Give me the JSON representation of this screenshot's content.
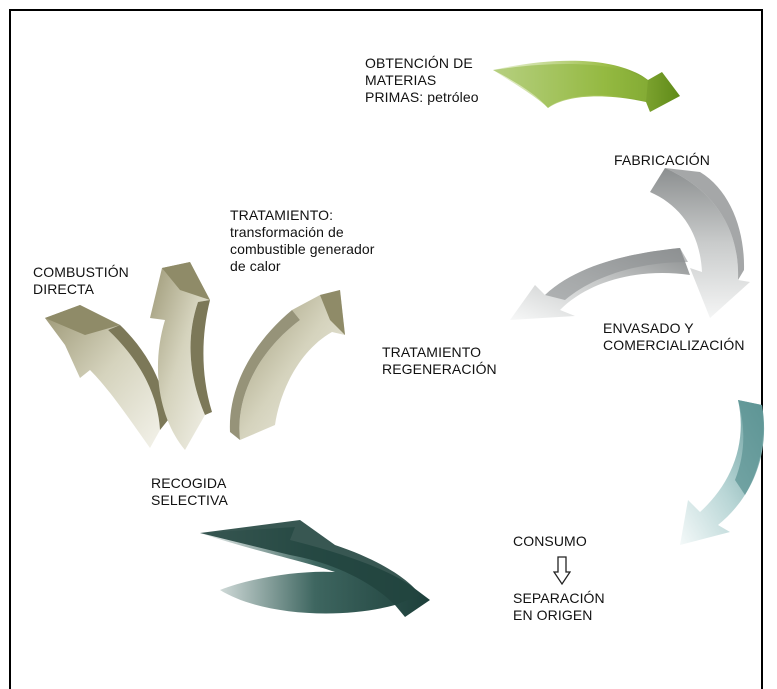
{
  "labels": {
    "obtencion": "OBTENCIÓN DE\nMATERIAS\nPRIMAS: petróleo",
    "fabricacion": "FABRICACIÓN",
    "envasado": "ENVASADO Y\nCOMERCIALIZACIÓN",
    "tratamiento_regeneracion": "TRATAMIENTO\nREGENERACIÓN",
    "tratamiento_calor": "TRATAMIENTO:\ntransformación de\ncombustible generador\nde calor",
    "combustion": "COMBUSTIÓN\nDIRECTA",
    "recogida": "RECOGIDA\nSELECTIVA",
    "consumo": "CONSUMO",
    "separacion": "SEPARACIÓN\nEN ORIGEN"
  },
  "colors": {
    "green_arrow": "#7aa024",
    "gray_arrow": "#9a9d9e",
    "teal_arrow": "#6fa6a6",
    "dark_arrow": "#244a44",
    "olive_arrow": "#a7a381"
  },
  "icons": {
    "down_arrow": "outline-down-arrow-icon"
  }
}
